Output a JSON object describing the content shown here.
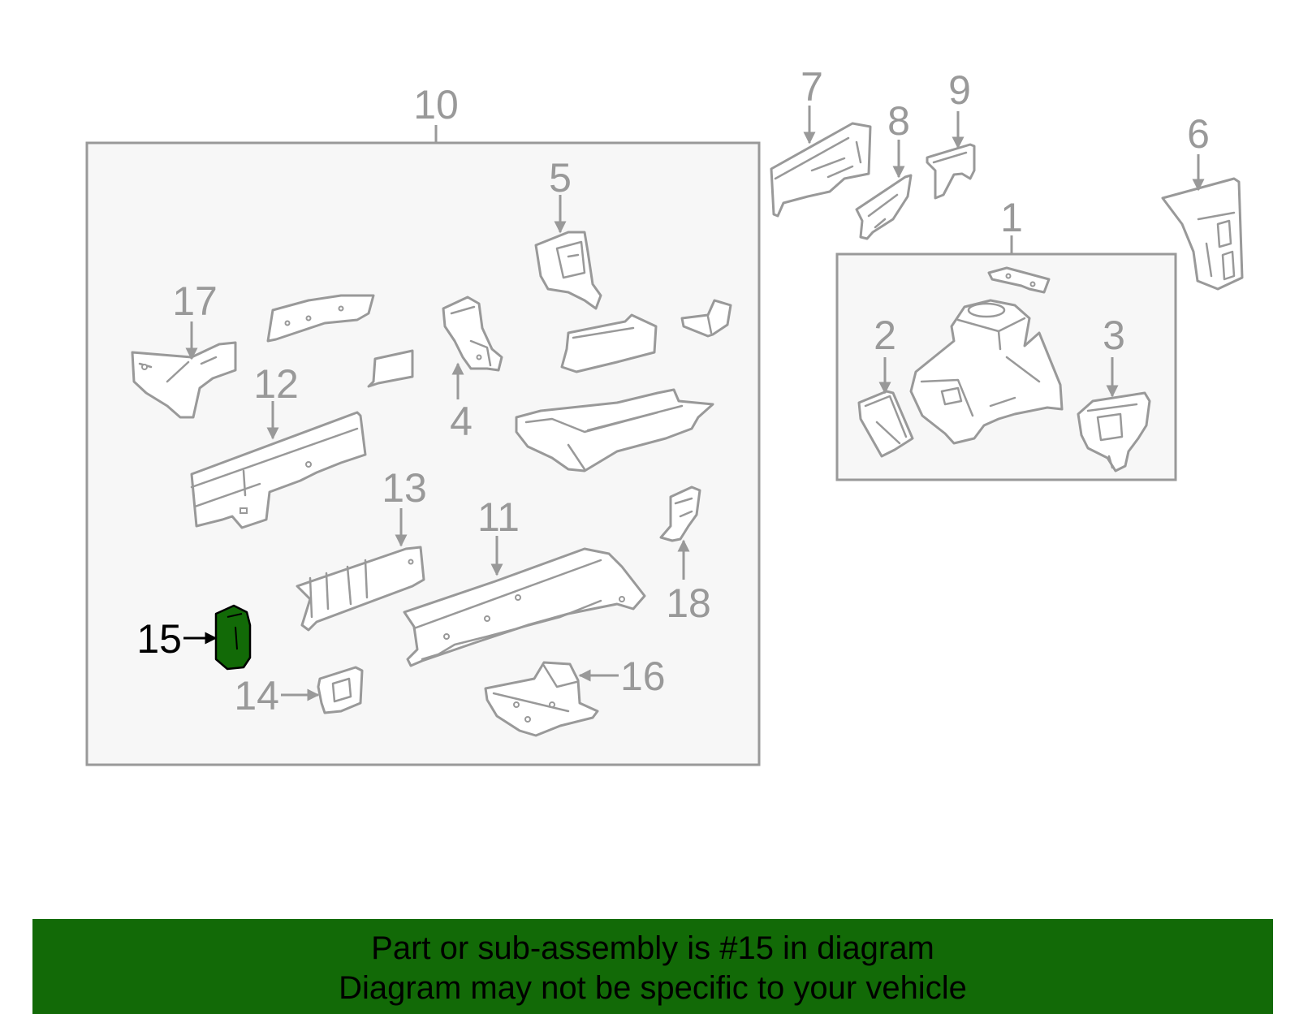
{
  "diagram": {
    "callouts": {
      "c1": "1",
      "c2": "2",
      "c3": "3",
      "c4": "4",
      "c5": "5",
      "c6": "6",
      "c7": "7",
      "c8": "8",
      "c9": "9",
      "c10": "10",
      "c11": "11",
      "c12": "12",
      "c13": "13",
      "c14": "14",
      "c15": "15",
      "c16": "16",
      "c17": "17",
      "c18": "18"
    },
    "selected_part": "15",
    "colors": {
      "line": "#999999",
      "panel_fill": "#f7f7f7",
      "highlight_fill": "#126a07",
      "banner_background": "#126a07",
      "banner_text": "#000000"
    }
  },
  "banner": {
    "line1": "Part or sub-assembly is #15 in diagram",
    "line2": "Diagram may not be specific to your vehicle"
  }
}
